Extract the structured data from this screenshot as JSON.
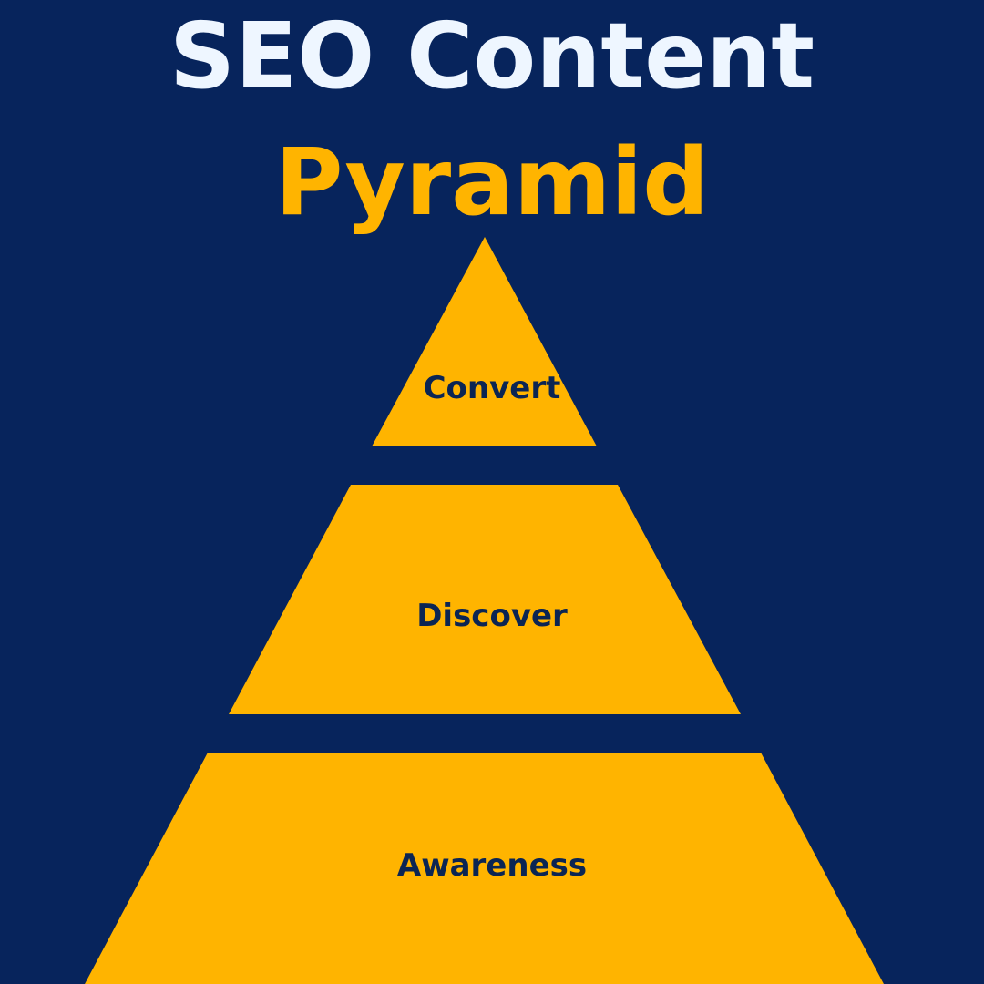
{
  "header": {
    "title_line1": "SEO Content",
    "title_line2": "Pyramid"
  },
  "pyramid": {
    "levels": [
      {
        "label": "Convert",
        "shape": "triangle"
      },
      {
        "label": "Discover",
        "shape": "trapezoid"
      },
      {
        "label": "Awareness",
        "shape": "trapezoid"
      }
    ]
  },
  "colors": {
    "background": "#07245C",
    "accent": "#FFB400",
    "title_text": "#EEF6FF",
    "label_text": "#0B2553"
  }
}
